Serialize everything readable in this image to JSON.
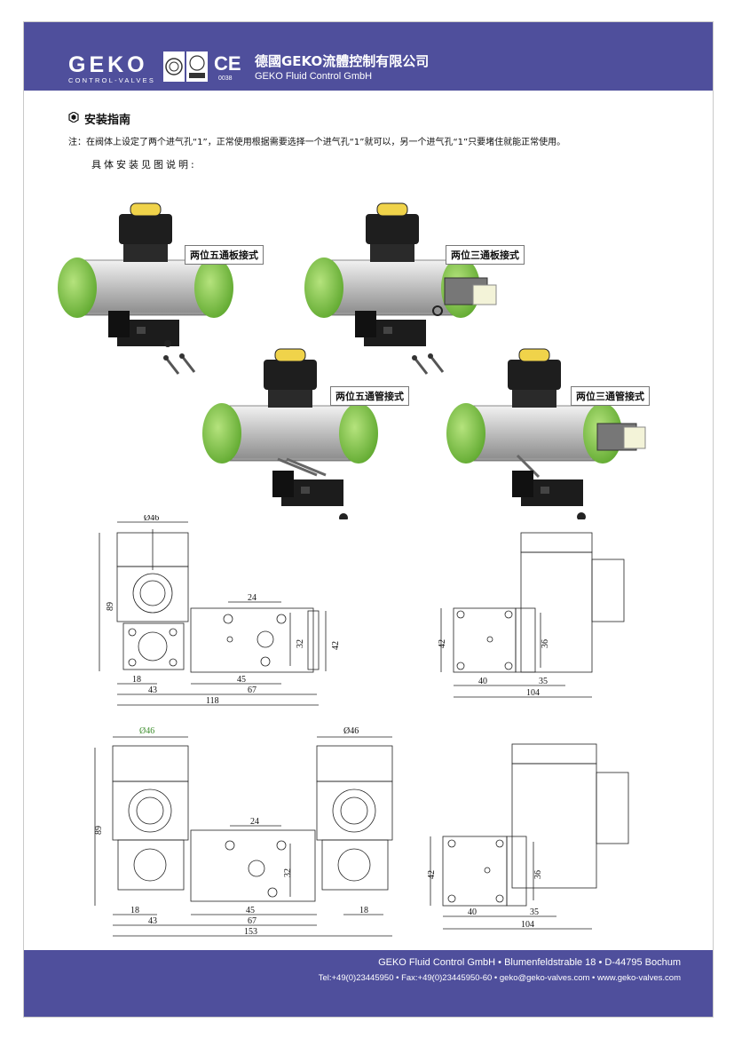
{
  "header": {
    "logo_text": "GEKO",
    "logo_sub": "CONTROL-VALVES",
    "ce_mark": "CE",
    "ce_number": "0038",
    "company_cn": "德國GEKO流體控制有限公司",
    "company_en": "GEKO Fluid Control GmbH"
  },
  "section": {
    "title": "安装指南",
    "note": "注：在阀体上设定了两个进气孔“1”，正常使用根据需要选择一个进气孔“1”就可以，另一个进气孔“1”只要堵住就能正常使用。",
    "subtitle": "具体安装见图说明:"
  },
  "install_labels": {
    "five_way_plate": "两位五通板接式",
    "three_way_plate": "两位三通板接式",
    "five_way_pipe": "两位五通管接式",
    "three_way_pipe": "两位三通管接式"
  },
  "drawing1": {
    "d46": "Ø46",
    "d89": "89",
    "d24": "24",
    "d32": "32",
    "d42": "42",
    "d18": "18",
    "d45": "45",
    "d43": "43",
    "d67": "67",
    "d118": "118"
  },
  "drawing2": {
    "d42": "42",
    "d36": "36",
    "d40": "40",
    "d35": "35",
    "d104": "104"
  },
  "drawing3": {
    "d46a": "Ø46",
    "d46b": "Ø46",
    "d89": "89",
    "d24": "24",
    "d32": "32",
    "d18a": "18",
    "d45": "45",
    "d18b": "18",
    "d43": "43",
    "d67": "67",
    "d153": "153"
  },
  "drawing4": {
    "d42": "42",
    "d36": "36",
    "d40": "40",
    "d35": "35",
    "d104": "104"
  },
  "footer": {
    "address": "GEKO Fluid Control GmbH • Blumenfeldstrable 18 • D-44795 Bochum",
    "contact": "Tel:+49(0)23445950 • Fax:+49(0)23445950-60 • geko@geko-valves.com • www.geko-valves.com"
  },
  "colors": {
    "band": "#4f4f9c",
    "actuator_green": "#7cc242",
    "dimension_green": "#3f8f2f"
  }
}
